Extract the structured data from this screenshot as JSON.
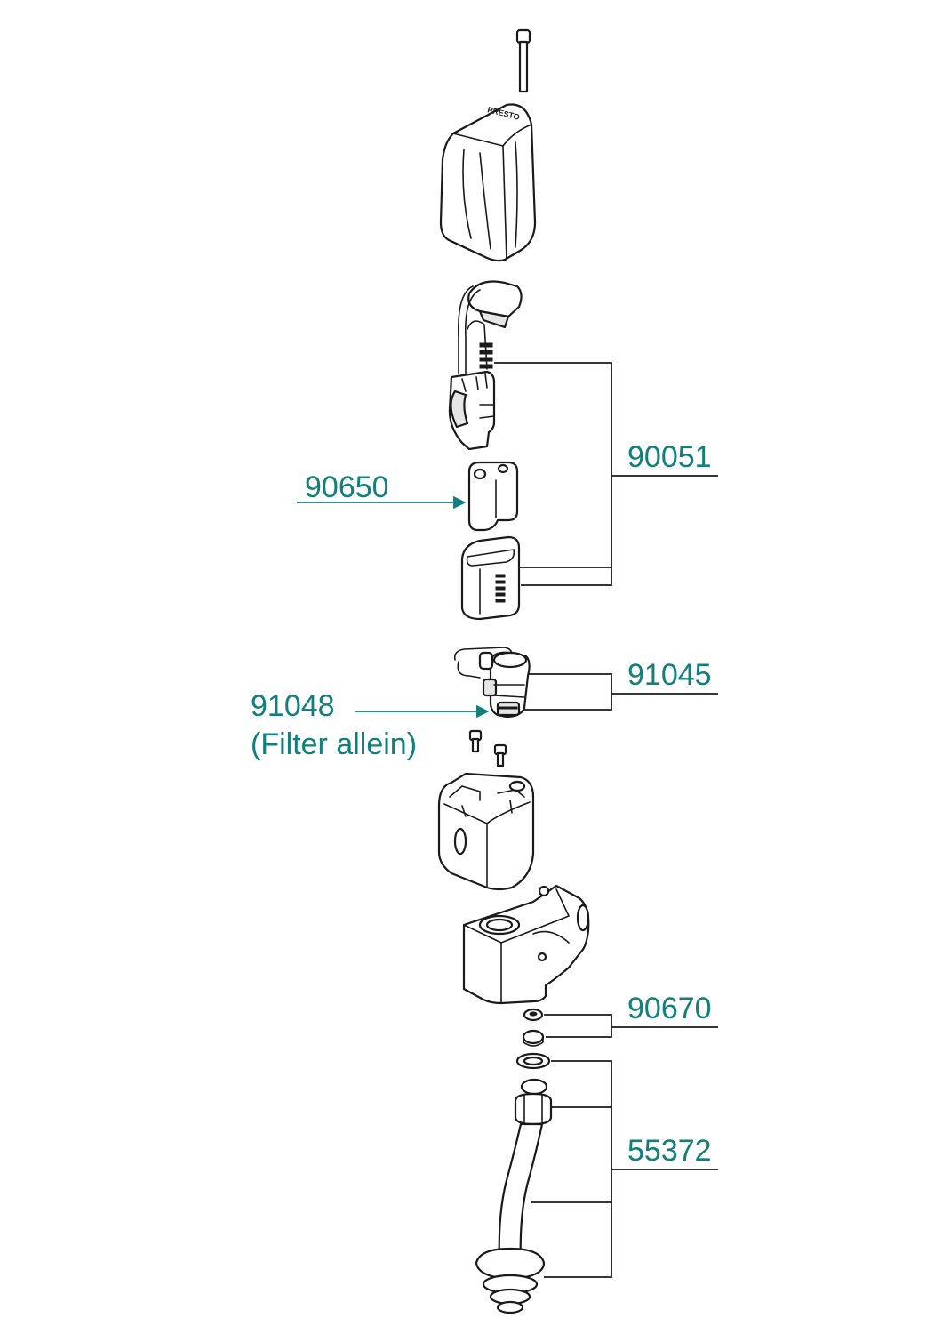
{
  "colors": {
    "label": "#137f7c",
    "line": "#1a1a1a"
  },
  "labels": {
    "p90051": "90051",
    "p90650": "90650",
    "p91045": "91045",
    "p91048": "91048",
    "p91048_note": "(Filter allein)",
    "p90670": "90670",
    "p55372": "55372"
  },
  "cover_brand": "PRESTO"
}
